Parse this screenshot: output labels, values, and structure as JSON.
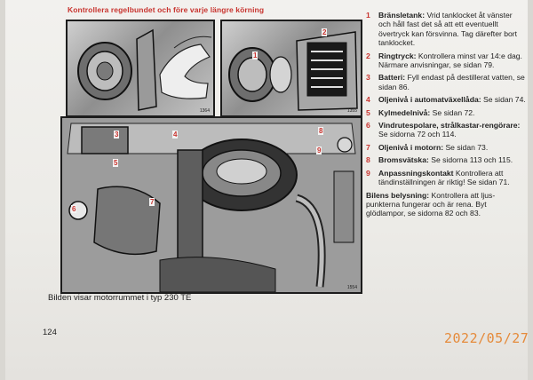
{
  "heading": "Kontrollera regelbundet och före varje längre körning",
  "figures": {
    "top_left_number": "1364",
    "top_right_number": "1355",
    "bottom_number": "1554",
    "callouts": [
      "1",
      "2",
      "3",
      "4",
      "5",
      "6",
      "7",
      "8",
      "9"
    ]
  },
  "caption": "Bilden visar motorrummet i typ 230 TE",
  "page_number": "124",
  "items": [
    {
      "num": "1",
      "title": "Bränsletank:",
      "text": " Vrid tanklocket åt vänster och håll fast det så att ett eventuellt övertryck kan försvinna. Tag därefter bort tanklocket."
    },
    {
      "num": "2",
      "title": "Ringtryck:",
      "text": " Kontrollera minst var 14:e dag. Närmare anvisningar, se sidan 79."
    },
    {
      "num": "3",
      "title": "Batteri:",
      "text": " Fyll endast på destillerat vatten, se sidan 86."
    },
    {
      "num": "4",
      "title": "Oljenivå i automatväxellåda:",
      "text": " Se sidan 74."
    },
    {
      "num": "5",
      "title": "Kylmedelnivå:",
      "text": " Se sidan 72."
    },
    {
      "num": "6",
      "title": "Vindrutespolare, strålkastar-rengörare:",
      "text": " Se sidorna 72 och 114."
    },
    {
      "num": "7",
      "title": "Oljenivå i motorn:",
      "text": " Se sidan 73."
    },
    {
      "num": "8",
      "title": "Bromsvätska:",
      "text": " Se sidorna 113 och 115."
    },
    {
      "num": "9",
      "title": "Anpassningskontakt",
      "text": " Kontrollera att tändinställningen är riktig! Se sidan 71."
    }
  ],
  "belysning": {
    "title": "Bilens belysning:",
    "text": " Kontrollera att ljus-punkterna fungerar och är rena. Byt glödlampor, se sidorna 82 och 83."
  },
  "datestamp": "2022/05/27"
}
